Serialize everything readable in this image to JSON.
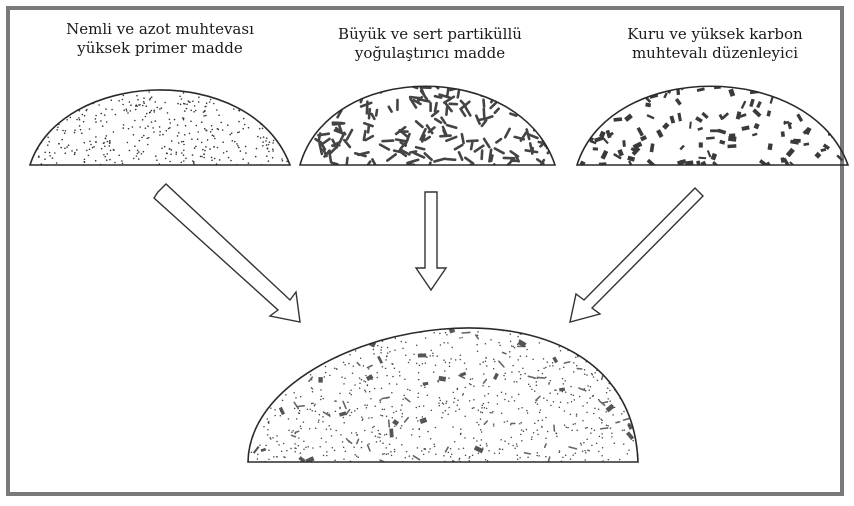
{
  "labels": {
    "left": {
      "line1": "Nemli ve azot muhtevası",
      "line2": "yüksek primer madde"
    },
    "middle": {
      "line1": "Büyük ve sert partiküllü",
      "line2": "yoğulaştırıcı madde"
    },
    "right": {
      "line1": "Kuru ve yüksek karbon",
      "line2": "muhtevalı düzenleyici"
    }
  },
  "colors": {
    "stroke": "#2a2a2a",
    "frame": "#7a7a7a",
    "fill": "#ffffff"
  }
}
